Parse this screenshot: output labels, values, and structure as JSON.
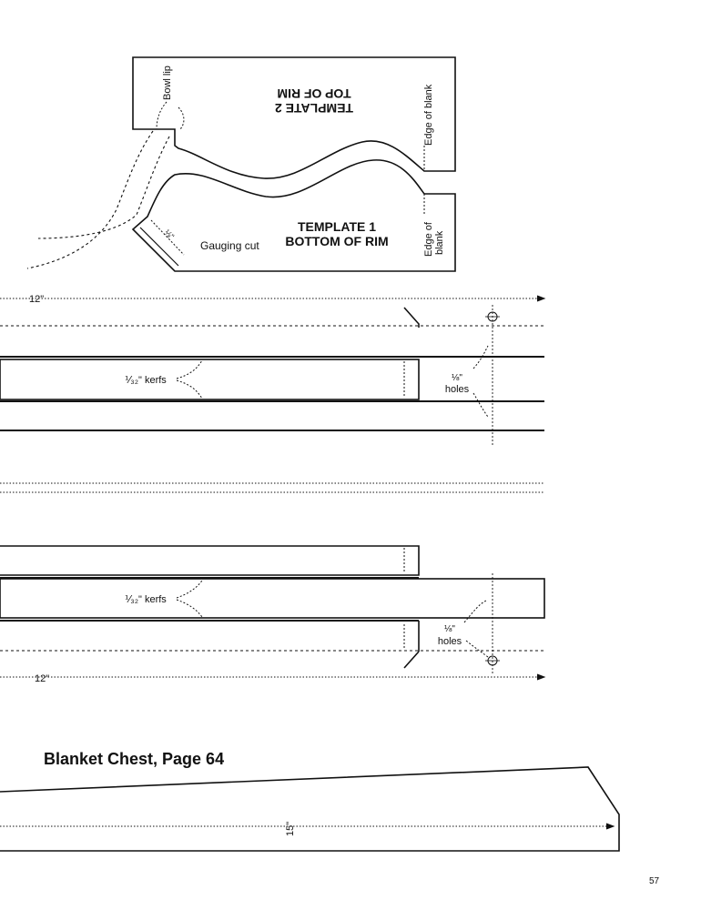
{
  "templates_top": {
    "template2_title": "TEMPLATE 2",
    "template2_subtitle": "TOP OF RIM",
    "template1_title": "TEMPLATE 1",
    "template1_subtitle": "BOTTOM OF RIM",
    "bowl_lip_label": "Bowl lip",
    "edge_of_blank_label": "Edge of blank",
    "edge_of_blank_lower_line1": "Edge of",
    "edge_of_blank_lower_line2": "blank",
    "gauging_cut_label": "Gauging cut",
    "gauge_dim_label": "⅛\""
  },
  "strip_upper": {
    "length_label": "12\"",
    "kerfs_label": "⅟₃₂\" kerfs",
    "holes_line1": "⅛\"",
    "holes_line2": "holes"
  },
  "strip_lower": {
    "length_label": "12\"",
    "kerfs_label": "⅟₃₂\" kerfs",
    "holes_line1": "⅛\"",
    "holes_line2": "holes"
  },
  "blanket_chest": {
    "heading": "Blanket Chest, Page 64",
    "dimension_label": "15\""
  },
  "page_number": "57"
}
